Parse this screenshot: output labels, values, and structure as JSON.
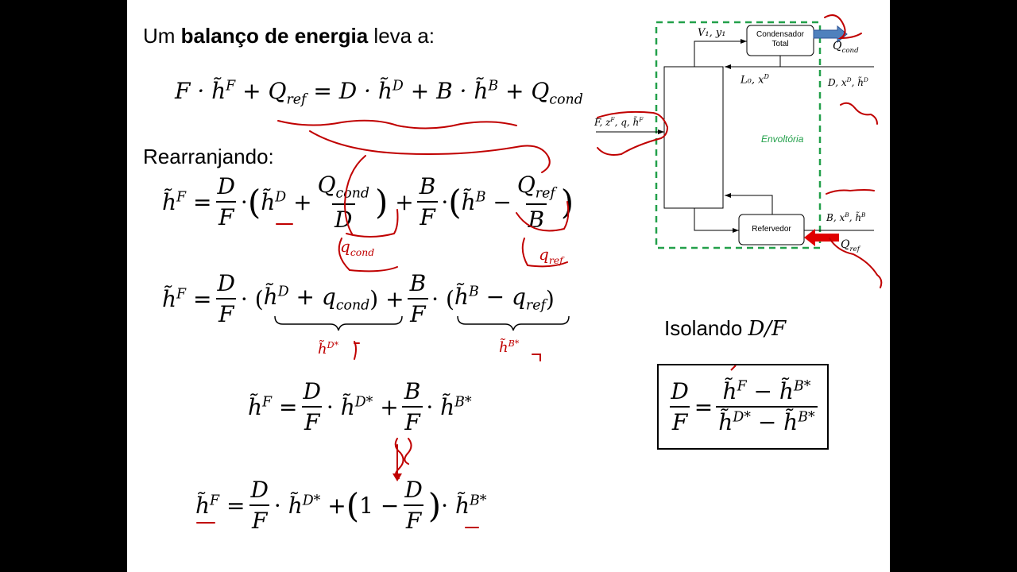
{
  "intro": {
    "prefix": "Um ",
    "bold": "balanço de energia",
    "suffix": " leva a:"
  },
  "rearranjando": "Rearranjando:",
  "isolando": {
    "text": "Isolando ",
    "math": "D/F"
  },
  "annotations": {
    "q_cond": "q",
    "q_cond_sub": "cond",
    "q_ref": "q",
    "q_ref_sub": "ref",
    "hD_star": "h̃",
    "hD_star_sup": "D*",
    "hB_star": "h̃",
    "hB_star_sup": "B*"
  },
  "diagram": {
    "condenser_label": "Condensador Total",
    "reboiler_label": "Refervedor",
    "envelope_label": "Envoltória",
    "vapor": "V₁, y₁",
    "reflux": "L₀, x",
    "reflux_sup": "D",
    "feed": "F, z",
    "feed_rest": ", q, h̃",
    "distillate": "D, x",
    "bottoms": "B, x",
    "q_cond": "Q",
    "q_cond_sub": "cond",
    "q_ref": "Q",
    "q_ref_sub": "ref"
  },
  "colors": {
    "envelope": "#22a04a",
    "annotation": "#c00000",
    "arrow_blue": "#4f81bd",
    "arrow_red": "#e00000"
  }
}
